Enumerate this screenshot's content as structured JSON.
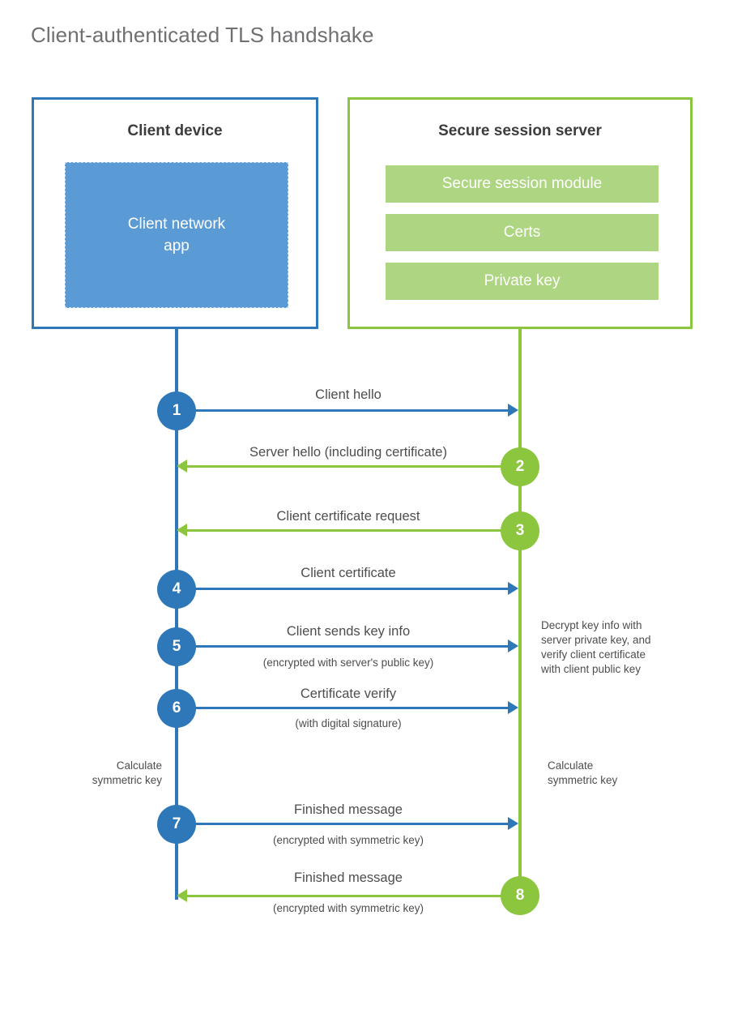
{
  "title": "Client-authenticated TLS handshake",
  "colors": {
    "client_blue": "#2e77b8",
    "client_app_fill": "#5b9bd5",
    "server_green": "#8cc63e",
    "server_module_fill": "#aed581",
    "text_gray": "#4d4d4d",
    "title_gray": "#6f7072",
    "background": "#ffffff"
  },
  "client": {
    "title": "Client device",
    "app_label": "Client network\napp"
  },
  "server": {
    "title": "Secure session server",
    "modules": [
      {
        "label": "Secure session module"
      },
      {
        "label": "Certs"
      },
      {
        "label": "Private key"
      }
    ]
  },
  "notes": {
    "client_calculate": "Calculate\nsymmetric key",
    "server_calculate": "Calculate\nsymmetric key",
    "server_decrypt": "Decrypt key info with\nserver private key, and\nverify client certificate\nwith client public key"
  },
  "steps": [
    {
      "number": "1",
      "label": "Client hello",
      "sublabel": "",
      "direction": "client-to-server",
      "color": "blue"
    },
    {
      "number": "2",
      "label": "Server hello (including certificate)",
      "sublabel": "",
      "direction": "server-to-client",
      "color": "green"
    },
    {
      "number": "3",
      "label": "Client certificate request",
      "sublabel": "",
      "direction": "server-to-client",
      "color": "green"
    },
    {
      "number": "4",
      "label": "Client certificate",
      "sublabel": "",
      "direction": "client-to-server",
      "color": "blue"
    },
    {
      "number": "5",
      "label": "Client sends key info",
      "sublabel": "(encrypted with server's public key)",
      "direction": "client-to-server",
      "color": "blue"
    },
    {
      "number": "6",
      "label": "Certificate verify",
      "sublabel": "(with digital signature)",
      "direction": "client-to-server",
      "color": "blue"
    },
    {
      "number": "7",
      "label": "Finished message",
      "sublabel": "(encrypted with symmetric key)",
      "direction": "client-to-server",
      "color": "blue"
    },
    {
      "number": "8",
      "label": "Finished message",
      "sublabel": "(encrypted with symmetric key)",
      "direction": "server-to-client",
      "color": "green"
    }
  ],
  "chart_data": {
    "type": "diagram",
    "diagram_kind": "sequence",
    "title": "Client-authenticated TLS handshake",
    "actors": [
      "Client device",
      "Secure session server"
    ],
    "messages": [
      {
        "n": 1,
        "from": "Client device",
        "to": "Secure session server",
        "text": "Client hello"
      },
      {
        "n": 2,
        "from": "Secure session server",
        "to": "Client device",
        "text": "Server hello (including certificate)"
      },
      {
        "n": 3,
        "from": "Secure session server",
        "to": "Client device",
        "text": "Client certificate request"
      },
      {
        "n": 4,
        "from": "Client device",
        "to": "Secure session server",
        "text": "Client certificate"
      },
      {
        "n": 5,
        "from": "Client device",
        "to": "Secure session server",
        "text": "Client sends key info",
        "note": "(encrypted with server's public key)"
      },
      {
        "n": 6,
        "from": "Client device",
        "to": "Secure session server",
        "text": "Certificate verify",
        "note": "(with digital signature)"
      },
      {
        "n": 7,
        "from": "Client device",
        "to": "Secure session server",
        "text": "Finished message",
        "note": "(encrypted with symmetric key)"
      },
      {
        "n": 8,
        "from": "Secure session server",
        "to": "Client device",
        "text": "Finished message",
        "note": "(encrypted with symmetric key)"
      }
    ]
  }
}
